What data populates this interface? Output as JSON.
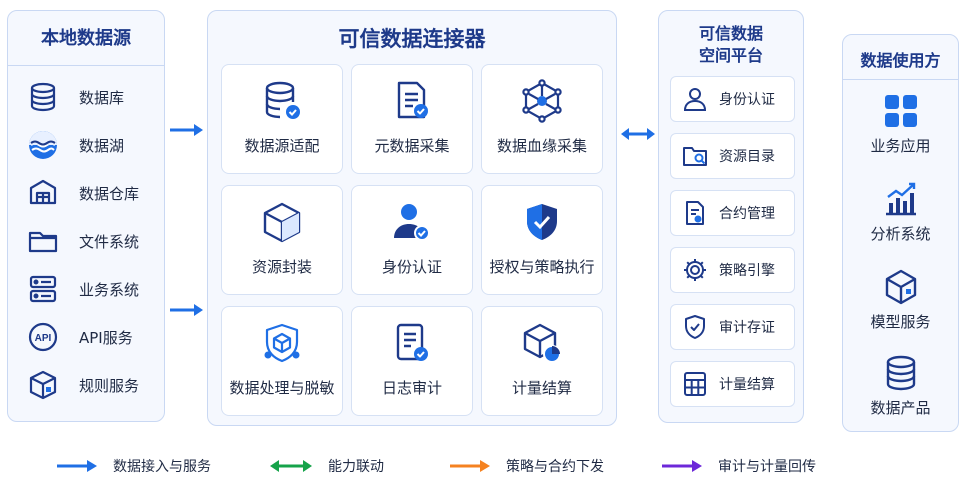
{
  "local_sources": {
    "title": "本地数据源",
    "items": [
      {
        "label": "数据库",
        "icon": "database-icon"
      },
      {
        "label": "数据湖",
        "icon": "data-lake-icon"
      },
      {
        "label": "数据仓库",
        "icon": "data-warehouse-icon"
      },
      {
        "label": "文件系统",
        "icon": "folder-icon"
      },
      {
        "label": "业务系统",
        "icon": "server-icon"
      },
      {
        "label": "API服务",
        "icon": "api-icon",
        "icon_text": "API"
      },
      {
        "label": "规则服务",
        "icon": "rule-box-icon"
      }
    ]
  },
  "connector": {
    "title": "可信数据连接器",
    "cards": [
      {
        "label": "数据源适配",
        "icon": "database-check-icon"
      },
      {
        "label": "元数据采集",
        "icon": "document-check-icon"
      },
      {
        "label": "数据血缘采集",
        "icon": "lineage-icon"
      },
      {
        "label": "资源封装",
        "icon": "cube-icon"
      },
      {
        "label": "身份认证",
        "icon": "user-check-icon"
      },
      {
        "label": "授权与策略执行",
        "icon": "shield-icon"
      },
      {
        "label": "数据处理与脱敏",
        "icon": "shield-process-icon"
      },
      {
        "label": "日志审计",
        "icon": "log-check-icon"
      },
      {
        "label": "计量结算",
        "icon": "cube-chart-icon"
      }
    ]
  },
  "trusted_space": {
    "title_line1": "可信数据",
    "title_line2": "空间平台",
    "items": [
      {
        "label": "身份认证",
        "icon": "user-icon"
      },
      {
        "label": "资源目录",
        "icon": "folder-search-icon"
      },
      {
        "label": "合约管理",
        "icon": "contract-icon"
      },
      {
        "label": "策略引擎",
        "icon": "gear-icon"
      },
      {
        "label": "审计存证",
        "icon": "shield-check-icon"
      },
      {
        "label": "计量结算",
        "icon": "calculator-icon"
      }
    ]
  },
  "consumer": {
    "title": "数据使用方",
    "items": [
      {
        "label": "业务应用",
        "icon": "app-grid-icon"
      },
      {
        "label": "分析系统",
        "icon": "analytics-icon"
      },
      {
        "label": "模型服务",
        "icon": "model-cube-icon"
      },
      {
        "label": "数据产品",
        "icon": "database-icon"
      }
    ]
  },
  "legend": [
    {
      "label": "数据接入与服务",
      "color": "#1f6fe5"
    },
    {
      "label": "能力联动",
      "color": "#16a34a"
    },
    {
      "label": "策略与合约下发",
      "color": "#f58220"
    },
    {
      "label": "审计与计量回传",
      "color": "#6d28d9"
    }
  ],
  "colors": {
    "primary": "#1f6fe5",
    "dark": "#1e3a8a"
  }
}
